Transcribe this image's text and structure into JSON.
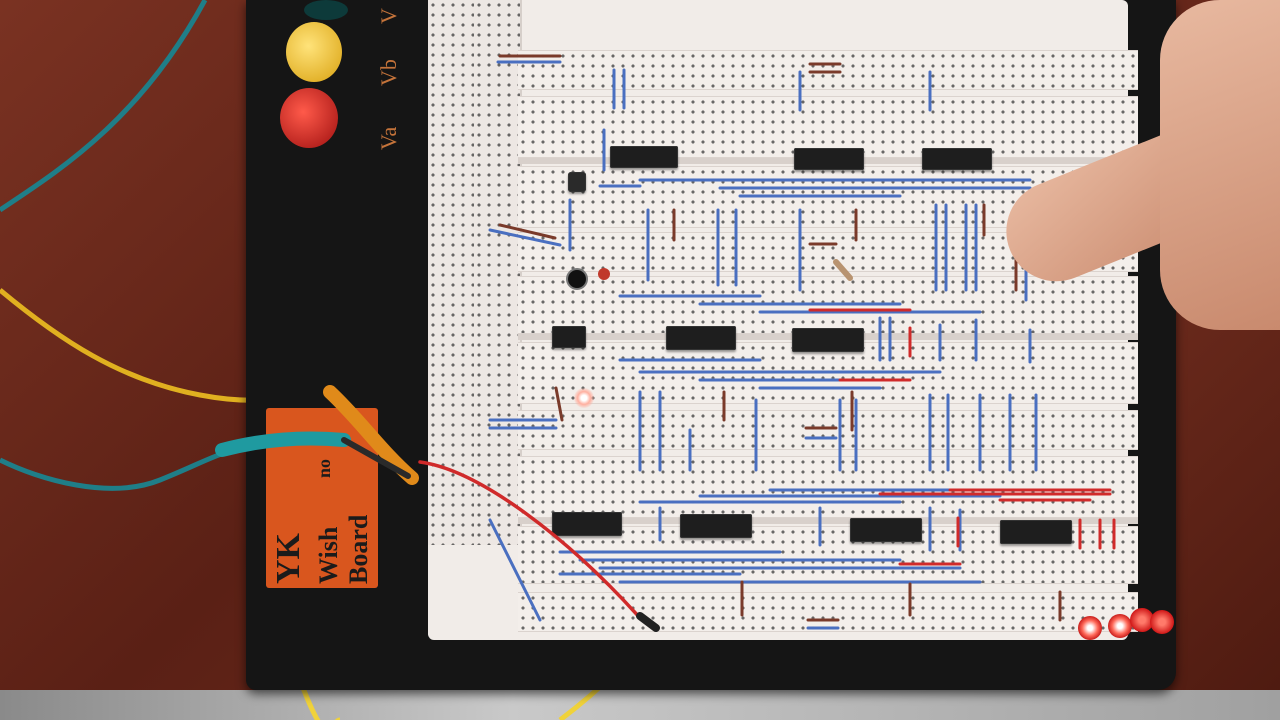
{
  "scene": {
    "terminal_labels": [
      "Va",
      "Vb",
      "V"
    ],
    "panel_lines": [
      "YK",
      "Wish",
      "no",
      "Board"
    ]
  },
  "colors": {
    "board": "#f1ece8",
    "chip": "#1e1e1e",
    "wire_blue": "#4a6fc0",
    "wire_red": "#d02a2a",
    "wire_brown": "#7a3a2a",
    "led_red": "#ff3a3a",
    "clip_orange": "#e08a1a",
    "clip_teal": "#1f9aa0",
    "lead_yellow": "#f0d23a"
  }
}
